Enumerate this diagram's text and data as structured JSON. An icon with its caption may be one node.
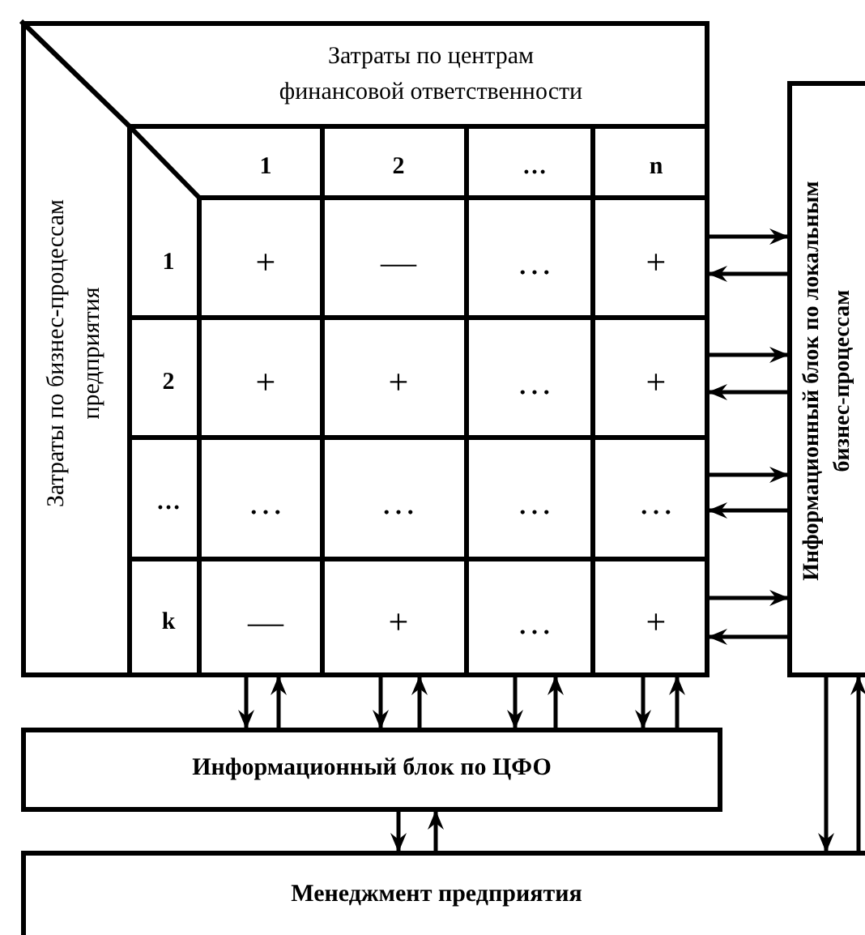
{
  "diagram": {
    "nodes": [
      {
        "text": [
          "Затраты по центрам финансовой ответственности",
          "Затраты по бизнес-процессам предприятия"
        ]
      },
      {
        "text": [
          "Информационный блок по локальным бизнес-процессам"
        ]
      },
      {
        "text": [
          "Информационный блок по ЦФО"
        ]
      },
      {
        "text": [
          "Менеджмент предприятия"
        ]
      }
    ],
    "edges": [
      {
        "from": 0,
        "to": 1,
        "arrow": "to"
      },
      {
        "from": 1,
        "to": 0,
        "arrow": "to"
      },
      {
        "from": 0,
        "to": 1,
        "arrow": "to"
      },
      {
        "from": 1,
        "to": 0,
        "arrow": "to"
      },
      {
        "from": 0,
        "to": 1,
        "arrow": "to"
      },
      {
        "from": 1,
        "to": 0,
        "arrow": "to"
      },
      {
        "from": 0,
        "to": 1,
        "arrow": "to"
      },
      {
        "from": 1,
        "to": 0,
        "arrow": "to"
      },
      {
        "from": 0,
        "to": 2,
        "arrow": "to"
      },
      {
        "from": 2,
        "to": 0,
        "arrow": "to"
      },
      {
        "from": 0,
        "to": 2,
        "arrow": "to"
      },
      {
        "from": 2,
        "to": 0,
        "arrow": "to"
      },
      {
        "from": 0,
        "to": 2,
        "arrow": "to"
      },
      {
        "from": 2,
        "to": 0,
        "arrow": "to"
      },
      {
        "from": 0,
        "to": 2,
        "arrow": "to"
      },
      {
        "from": 2,
        "to": 0,
        "arrow": "to"
      },
      {
        "from": 2,
        "to": 3,
        "arrow": "to"
      },
      {
        "from": 3,
        "to": 2,
        "arrow": "to"
      },
      {
        "from": 1,
        "to": 3,
        "arrow": "to"
      },
      {
        "from": 3,
        "to": 1,
        "arrow": "to"
      }
    ],
    "labels": [
      "1",
      "2",
      "…",
      "n",
      "1",
      "+",
      "—",
      "…",
      "+",
      "2",
      "+",
      "+",
      "…",
      "+",
      "…",
      "…",
      "…",
      "…",
      "…",
      "k",
      "—",
      "+",
      "…",
      "+"
    ]
  }
}
